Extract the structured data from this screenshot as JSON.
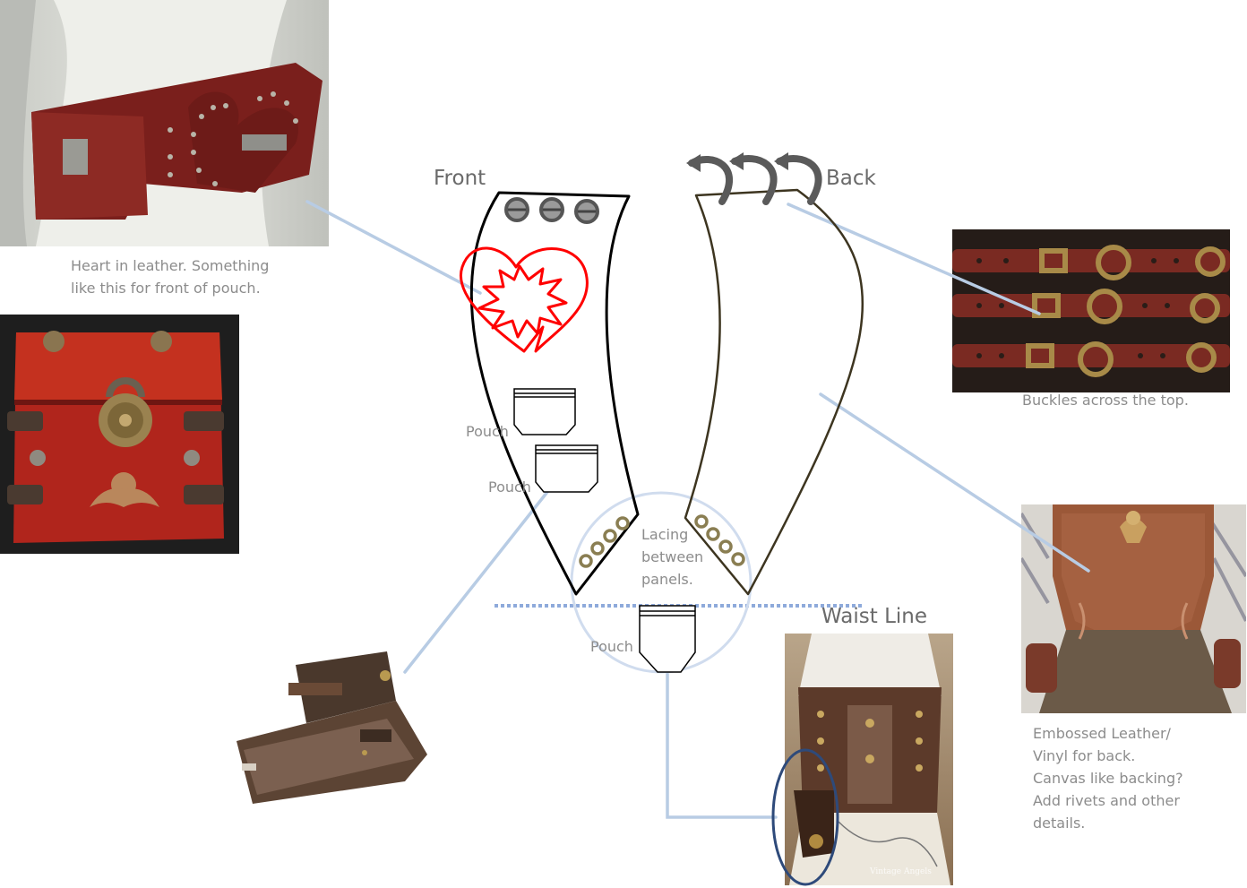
{
  "diagram": {
    "front_title": "Front",
    "back_title": "Back",
    "waist_title": "Waist Line",
    "pouch_labels": [
      "Pouch",
      "Pouch",
      "Pouch"
    ],
    "lacing_lines": [
      "Lacing",
      "between",
      "panels."
    ],
    "notes": {
      "heart": [
        "Heart in leather.  Something",
        "like this for front of pouch."
      ],
      "buckles": "Buckles across the top.",
      "embossed": [
        "Embossed Leather/",
        "Vinyl for back.",
        "Canvas like backing?",
        "Add rivets and other",
        "details."
      ]
    },
    "watermark": "Vintage Angels"
  },
  "colors": {
    "connector": "#b8cce4",
    "heart_red": "#ff0000",
    "outline_front": "#000000",
    "outline_back": "#3d3520",
    "ring_metal": "#8a7e52",
    "highlight_ellipse": "#2e4a7a",
    "waist_dots": "#8eaadb"
  }
}
